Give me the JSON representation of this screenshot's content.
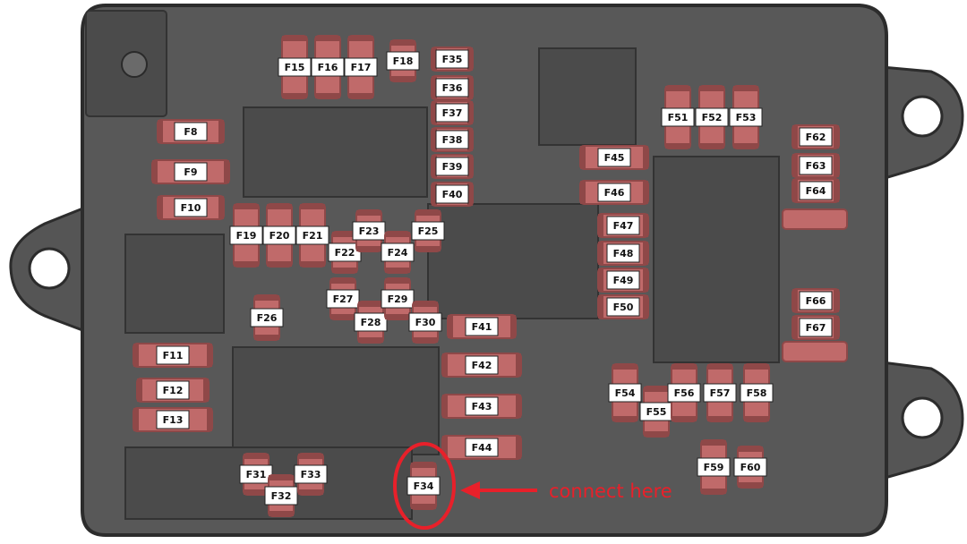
{
  "diagram": {
    "title": "",
    "annotation": {
      "text": "connect here",
      "target": "F34"
    },
    "colors": {
      "housing": "#585858",
      "housing_edge": "#2c2c2c",
      "recess": "#4b4b4b",
      "fuse": "#c06a6a",
      "fuse_dark": "#8f4848",
      "label_bg": "#ffffff",
      "highlight": "#e8202a"
    },
    "fuses": [
      "F8",
      "F9",
      "F10",
      "F11",
      "F12",
      "F13",
      "F15",
      "F16",
      "F17",
      "F18",
      "F19",
      "F20",
      "F21",
      "F22",
      "F23",
      "F24",
      "F25",
      "F26",
      "F27",
      "F28",
      "F29",
      "F30",
      "F31",
      "F32",
      "F33",
      "F34",
      "F35",
      "F36",
      "F37",
      "F38",
      "F39",
      "F40",
      "F41",
      "F42",
      "F43",
      "F44",
      "F45",
      "F46",
      "F47",
      "F48",
      "F49",
      "F50",
      "F51",
      "F52",
      "F53",
      "F54",
      "F55",
      "F56",
      "F57",
      "F58",
      "F59",
      "F60",
      "F62",
      "F63",
      "F64",
      "F66",
      "F67"
    ]
  }
}
